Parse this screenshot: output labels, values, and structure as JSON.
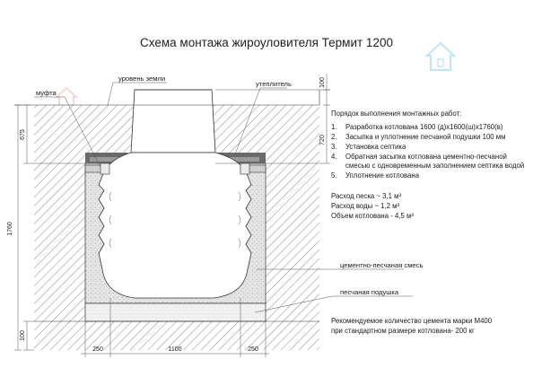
{
  "title": "Схема монтажа жироуловителя Термит 1200",
  "labels": {
    "ground_level": "уровень земли",
    "coupling": "муфта",
    "insulation": "утеплитель",
    "cement_sand_mix": "цементно-песчаная смесь",
    "sand_cushion": "песчаная подушка"
  },
  "dimensions": {
    "top_100": "100",
    "right_720": "720",
    "left_675": "675",
    "left_1760": "1760",
    "left_100": "100",
    "bottom_250_left": "250",
    "bottom_1100": "1100",
    "bottom_250_right": "250"
  },
  "procedure": {
    "heading": "Порядок выполнения монтажных работ:",
    "steps": [
      {
        "num": "1.",
        "text": "Разработка котлована 1600 (д)х1600(ш)х1760(в)"
      },
      {
        "num": "2.",
        "text": "Засыпка и уплотнение песчаной подушки 100 мм"
      },
      {
        "num": "3.",
        "text": "Установка септика"
      },
      {
        "num": "4.",
        "text": "Обратная засыпка котлована цементно-песчаной",
        "text2": "смесью с одновременным заполнением септика водой"
      },
      {
        "num": "5.",
        "text": "Уплотнение котлована"
      }
    ]
  },
  "materials": [
    "Расход песка ~ 3,1 м³",
    "Расход воды ~ 1,2 м³",
    "Объем котлована - 4,5 м³"
  ],
  "cement_note": [
    "Рекомендуемое количество цемента марки М400",
    "при стандартном размере котлована- 200 кг"
  ],
  "colors": {
    "soil_hatch": "#555555",
    "cement_fill": "#e2e2e2",
    "sand_fill": "#f0f0f0",
    "insulation_fill": "#6a6a6a",
    "watermark": "#8fd3e8"
  },
  "icons": [
    "house-watermark-icon"
  ]
}
